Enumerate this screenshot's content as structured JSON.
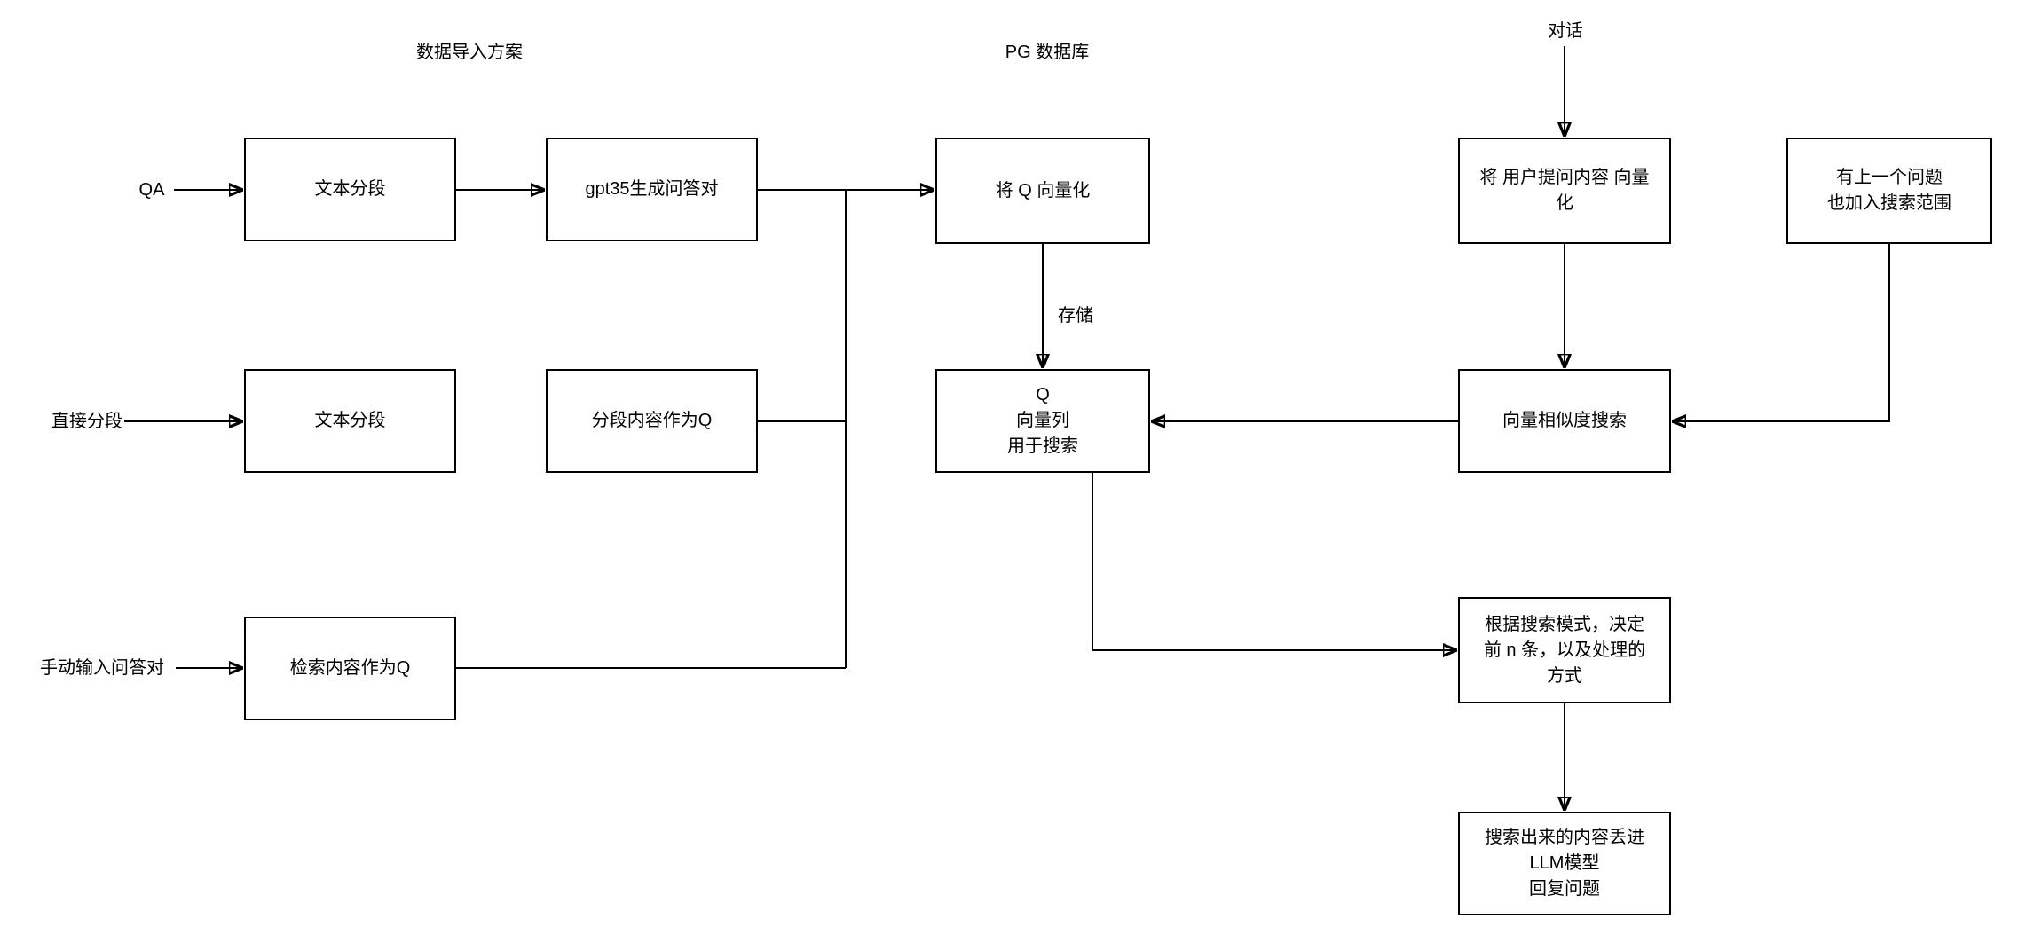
{
  "titles": {
    "import_plan": "数据导入方案",
    "pg_db": "PG 数据库",
    "dialog": "对话"
  },
  "inputs": {
    "qa": "QA",
    "direct_segment": "直接分段",
    "manual_qa": "手动输入问答对"
  },
  "nodes": {
    "text_segment_1": {
      "label": "文本分段"
    },
    "gpt35_qa_pairs": {
      "label": "gpt35生成问答对"
    },
    "vectorize_q": {
      "label": "将 Q 向量化"
    },
    "vectorize_user_question": {
      "label": "将 用户提问内容 向量\n化"
    },
    "prev_question_scope": {
      "label": "有上一个问题\n也加入搜索范围"
    },
    "text_segment_2": {
      "label": "文本分段"
    },
    "segment_as_q": {
      "label": "分段内容作为Q"
    },
    "q_vector_column": {
      "label": "Q\n向量列\n用于搜索"
    },
    "vector_similarity_search": {
      "label": "向量相似度搜索"
    },
    "retrieval_as_q": {
      "label": "检索内容作为Q"
    },
    "search_mode_decision": {
      "label": "根据搜索模式，决定\n前 n 条，以及处理的\n方式"
    },
    "llm_reply": {
      "label": "搜索出来的内容丢进\nLLM模型\n回复问题"
    }
  },
  "edge_labels": {
    "store": "存储"
  }
}
